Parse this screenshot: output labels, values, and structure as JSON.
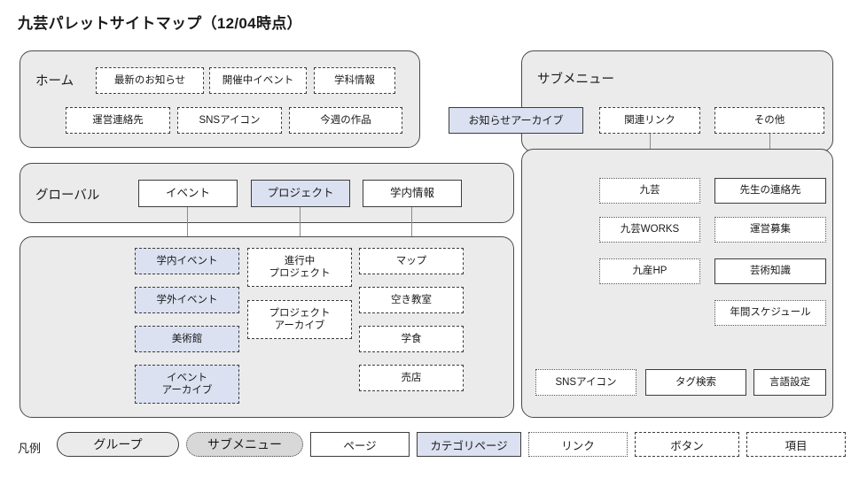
{
  "title": "九芸パレットサイトマップ（12/04時点）",
  "groups": {
    "home": {
      "label": "ホーム",
      "rows": [
        [
          {
            "text": "最新のお知らせ",
            "type": "item"
          },
          {
            "text": "開催中イベント",
            "type": "item"
          },
          {
            "text": "学科情報",
            "type": "item"
          }
        ],
        [
          {
            "text": "運営連絡先",
            "type": "item"
          },
          {
            "text": "SNSアイコン",
            "type": "item"
          },
          {
            "text": "今週の作品",
            "type": "item"
          }
        ]
      ]
    },
    "global": {
      "label": "グローバル",
      "items": [
        {
          "text": "イベント",
          "type": "page"
        },
        {
          "text": "プロジェクト",
          "type": "category"
        },
        {
          "text": "学内情報",
          "type": "page"
        }
      ]
    },
    "global_children": {
      "columns": [
        {
          "items": [
            {
              "text": "学内イベント",
              "type": "item-cat"
            },
            {
              "text": "学外イベント",
              "type": "item-cat"
            },
            {
              "text": "美術館",
              "type": "item-cat"
            },
            {
              "text": "イベント\nアーカイブ",
              "type": "item-cat"
            }
          ]
        },
        {
          "items": [
            {
              "text": "進行中\nプロジェクト",
              "type": "button"
            },
            {
              "text": "プロジェクト\nアーカイブ",
              "type": "button"
            }
          ]
        },
        {
          "items": [
            {
              "text": "マップ",
              "type": "item"
            },
            {
              "text": "空き教室",
              "type": "item"
            },
            {
              "text": "学食",
              "type": "item"
            },
            {
              "text": "売店",
              "type": "item"
            }
          ]
        }
      ]
    },
    "submenu": {
      "label": "サブメニュー",
      "top_items": [
        {
          "text": "お知らせアーカイブ",
          "type": "category"
        },
        {
          "text": "関連リンク",
          "type": "button"
        },
        {
          "text": "その他",
          "type": "button"
        }
      ],
      "related_links": [
        {
          "text": "九芸",
          "type": "link"
        },
        {
          "text": "九芸WORKS",
          "type": "link"
        },
        {
          "text": "九産HP",
          "type": "link"
        }
      ],
      "other_links": [
        {
          "text": "先生の連絡先",
          "type": "page"
        },
        {
          "text": "運営募集",
          "type": "link"
        },
        {
          "text": "芸術知識",
          "type": "page"
        },
        {
          "text": "年間スケジュール",
          "type": "link"
        }
      ],
      "footer_items": [
        {
          "text": "SNSアイコン",
          "type": "link"
        },
        {
          "text": "タグ検索",
          "type": "page"
        },
        {
          "text": "言語設定",
          "type": "page"
        }
      ]
    }
  },
  "legend": {
    "label": "凡例",
    "items": [
      {
        "text": "グループ",
        "type": "group"
      },
      {
        "text": "サブメニュー",
        "type": "submenu"
      },
      {
        "text": "ページ",
        "type": "page"
      },
      {
        "text": "カテゴリページ",
        "type": "category"
      },
      {
        "text": "リンク",
        "type": "link"
      },
      {
        "text": "ボタン",
        "type": "button"
      },
      {
        "text": "項目",
        "type": "item"
      }
    ]
  },
  "colors": {
    "group_bg": "#ebebeb",
    "category_fill": "#dbe1f1",
    "submenu_legend_fill": "#d8d8d8",
    "border": "#3c3c3c",
    "connector": "#8a8a8a",
    "page_bg": "#ffffff"
  }
}
